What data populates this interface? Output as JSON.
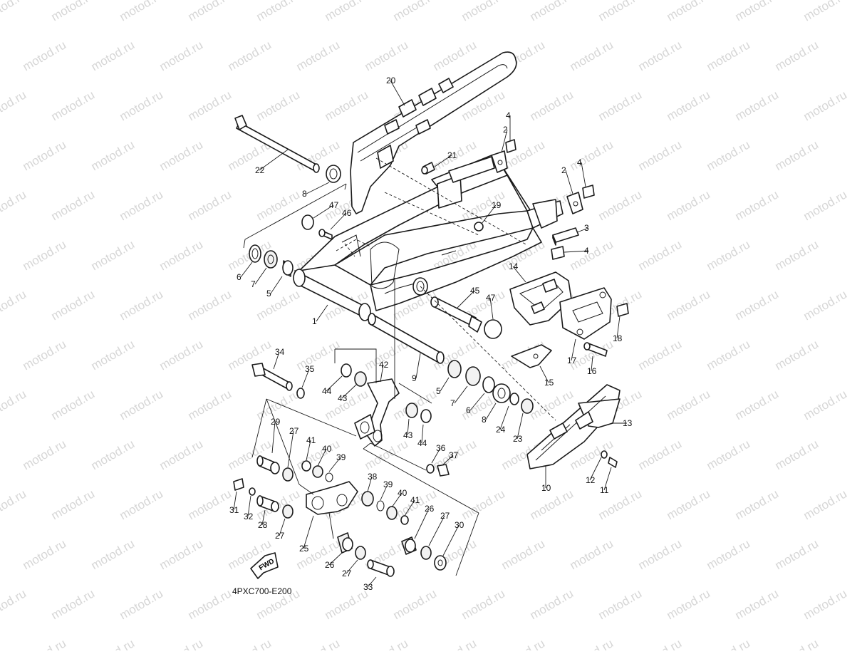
{
  "diagram": {
    "code": "4PXC700-E200",
    "fwd_label": "FWD",
    "watermark": "motod.ru",
    "callouts": [
      {
        "id": "c20",
        "label": "20"
      },
      {
        "id": "c22",
        "label": "22"
      },
      {
        "id": "c8a",
        "label": "8"
      },
      {
        "id": "c4a",
        "label": "4"
      },
      {
        "id": "c2a",
        "label": "2"
      },
      {
        "id": "c21",
        "label": "21"
      },
      {
        "id": "c4b",
        "label": "4"
      },
      {
        "id": "c2b",
        "label": "2"
      },
      {
        "id": "c47a",
        "label": "47"
      },
      {
        "id": "c46",
        "label": "46"
      },
      {
        "id": "c19",
        "label": "19"
      },
      {
        "id": "c3",
        "label": "3"
      },
      {
        "id": "c4c",
        "label": "4"
      },
      {
        "id": "c6a",
        "label": "6"
      },
      {
        "id": "c7a",
        "label": "7"
      },
      {
        "id": "c5a",
        "label": "5"
      },
      {
        "id": "c1",
        "label": "1"
      },
      {
        "id": "c14",
        "label": "14"
      },
      {
        "id": "c45",
        "label": "45"
      },
      {
        "id": "c47b",
        "label": "47"
      },
      {
        "id": "c18",
        "label": "18"
      },
      {
        "id": "c17",
        "label": "17"
      },
      {
        "id": "c16",
        "label": "16"
      },
      {
        "id": "c15",
        "label": "15"
      },
      {
        "id": "c34",
        "label": "34"
      },
      {
        "id": "c35",
        "label": "35"
      },
      {
        "id": "c42",
        "label": "42"
      },
      {
        "id": "c44a",
        "label": "44"
      },
      {
        "id": "c43a",
        "label": "43"
      },
      {
        "id": "c9",
        "label": "9"
      },
      {
        "id": "c5b",
        "label": "5"
      },
      {
        "id": "c7b",
        "label": "7"
      },
      {
        "id": "c6b",
        "label": "6"
      },
      {
        "id": "c8b",
        "label": "8"
      },
      {
        "id": "c24",
        "label": "24"
      },
      {
        "id": "c23",
        "label": "23"
      },
      {
        "id": "c13",
        "label": "13"
      },
      {
        "id": "c43b",
        "label": "43"
      },
      {
        "id": "c44b",
        "label": "44"
      },
      {
        "id": "c29",
        "label": "29"
      },
      {
        "id": "c27a",
        "label": "27"
      },
      {
        "id": "c41a",
        "label": "41"
      },
      {
        "id": "c40a",
        "label": "40"
      },
      {
        "id": "c39a",
        "label": "39"
      },
      {
        "id": "c36",
        "label": "36"
      },
      {
        "id": "c37",
        "label": "37"
      },
      {
        "id": "c12",
        "label": "12"
      },
      {
        "id": "c11",
        "label": "11"
      },
      {
        "id": "c10",
        "label": "10"
      },
      {
        "id": "c31",
        "label": "31"
      },
      {
        "id": "c32",
        "label": "32"
      },
      {
        "id": "c28",
        "label": "28"
      },
      {
        "id": "c27b",
        "label": "27"
      },
      {
        "id": "c25",
        "label": "25"
      },
      {
        "id": "c38",
        "label": "38"
      },
      {
        "id": "c39b",
        "label": "39"
      },
      {
        "id": "c40b",
        "label": "40"
      },
      {
        "id": "c41b",
        "label": "41"
      },
      {
        "id": "c26a",
        "label": "26"
      },
      {
        "id": "c27c",
        "label": "27"
      },
      {
        "id": "c30",
        "label": "30"
      },
      {
        "id": "c26b",
        "label": "26"
      },
      {
        "id": "c27d",
        "label": "27"
      },
      {
        "id": "c33",
        "label": "33"
      }
    ]
  }
}
